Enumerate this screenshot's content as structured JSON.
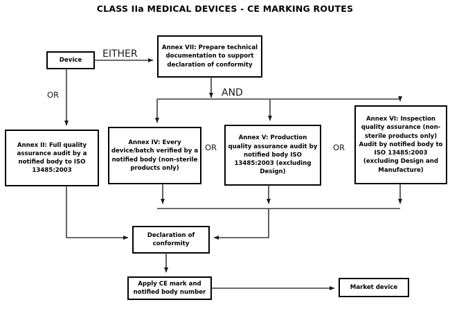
{
  "title": "CLASS IIa MEDICAL DEVICES - CE MARKING ROUTES",
  "nodes": {
    "device": "Device",
    "annex7": "Annex VII: Prepare technical documentation to support declaration of conformity",
    "annex2": "Annex II: Full quality assurance audit by a notified body to ISO 13485:2003",
    "annex4": "Annex IV: Every device/batch verified by a notified body (non-sterile products only)",
    "annex5": "Annex V: Production quality assurance audit by notified body ISO 13485:2003 (excluding Design)",
    "annex6": "Annex VI: Inspection quality assurance (non-sterile products only) Audit by notified body to ISO 13485:2003 (excluding Design and Manufacture)",
    "declaration": "Declaration of conformity",
    "apply_ce": "Apply CE mark and notified body number",
    "market": "Market device"
  },
  "edge_labels": {
    "either": "EITHER",
    "or_left": "OR",
    "and": "AND",
    "or_mid": "OR",
    "or_right": "OR"
  },
  "colors": {
    "background": "#ffffff",
    "node_border": "#000000",
    "node_fill": "#ffffff",
    "connector": "#3a3a3a",
    "text": "#000000"
  }
}
